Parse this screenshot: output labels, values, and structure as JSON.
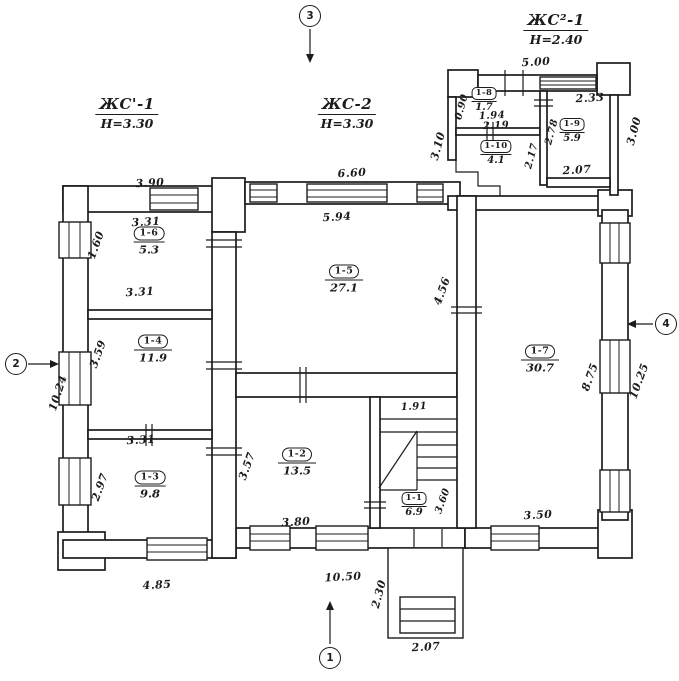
{
  "plan": {
    "titles": {
      "t1": {
        "name": "ЖС'-1",
        "height": "H=3.30"
      },
      "t2": {
        "name": "ЖС-2",
        "height": "H=3.30"
      },
      "t3": {
        "name": "ЖС²-1",
        "height": "H=2.40"
      }
    },
    "markers": {
      "m1": "1",
      "m2": "2",
      "m3": "3",
      "m4": "4"
    },
    "rooms": {
      "r1_1": {
        "num": "1-1",
        "area": "6.9"
      },
      "r1_2": {
        "num": "1-2",
        "area": "13.5"
      },
      "r1_3": {
        "num": "1-3",
        "area": "9.8"
      },
      "r1_4": {
        "num": "1-4",
        "area": "11.9"
      },
      "r1_5": {
        "num": "1-5",
        "area": "27.1"
      },
      "r1_6": {
        "num": "1-6",
        "area": "5.3"
      },
      "r1_7": {
        "num": "1-7",
        "area": "30.7"
      },
      "r1_8": {
        "num": "1-8",
        "area": "1.7"
      },
      "r1_9": {
        "num": "1-9",
        "area": "5.9"
      },
      "r1_10": {
        "num": "1-10",
        "area": "4.1"
      }
    },
    "dims": {
      "d390": "3.90",
      "d660": "6.60",
      "d500": "5.00",
      "d233": "2.33",
      "d310": "3.10",
      "d090": "0.90",
      "d194": "1.94",
      "d219": "2.19",
      "d217": "2.17",
      "d278": "2.78",
      "d300": "3.00",
      "d207a": "2.07",
      "d331a": "3.31",
      "d160": "1.60",
      "d331b": "3.31",
      "d359": "3.59",
      "d1024": "10.24",
      "d331c": "3.31",
      "d297": "2.97",
      "d485": "4.85",
      "d594": "5.94",
      "d456": "4.56",
      "d191": "1.91",
      "d357": "3.57",
      "d380": "3.80",
      "d360": "3.60",
      "d350": "3.50",
      "d875": "8.75",
      "d1025": "10.25",
      "d1050": "10.50",
      "d230": "2.30",
      "d207b": "2.07"
    }
  }
}
